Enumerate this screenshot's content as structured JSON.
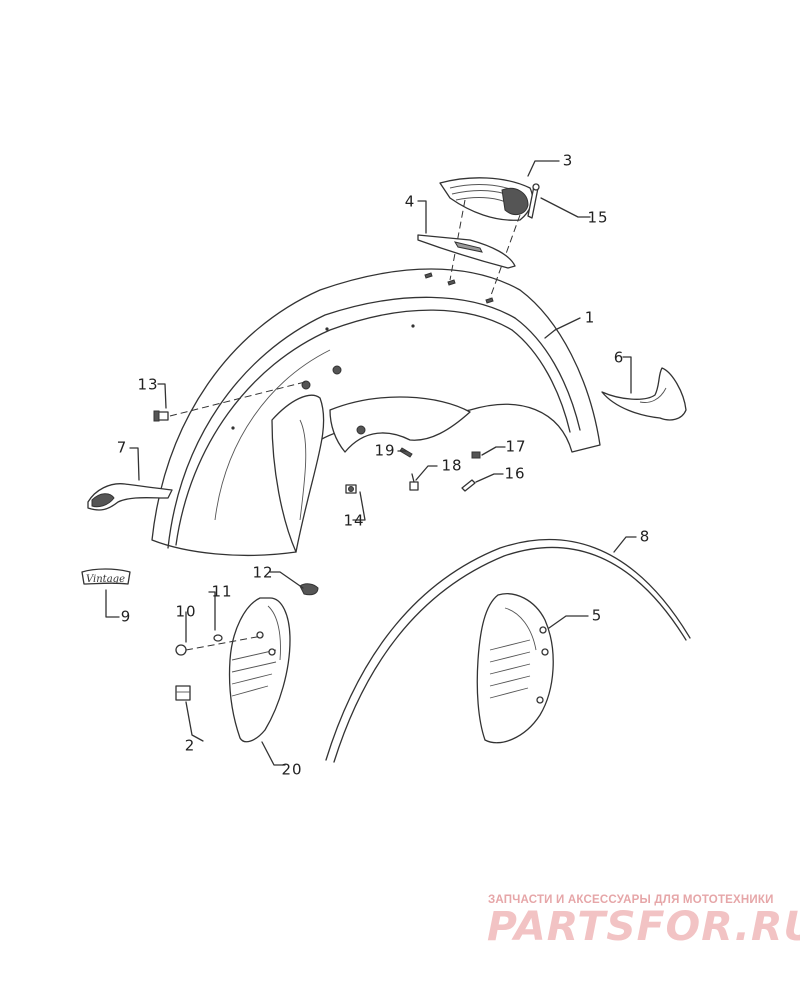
{
  "callouts": {
    "p1": "1",
    "p2": "2",
    "p3": "3",
    "p4": "4",
    "p5": "5",
    "p6": "6",
    "p7": "7",
    "p8": "8",
    "p9": "9",
    "p10": "10",
    "p11": "11",
    "p12": "12",
    "p13": "13",
    "p14": "14",
    "p15": "15",
    "p16": "16",
    "p17": "17",
    "p18": "18",
    "p19": "19",
    "p20": "20"
  },
  "watermark": {
    "caption": "ЗАПЧАСТИ И АКСЕССУАРЫ ДЛЯ МОТОТЕХНИКИ",
    "logo": "PARTSFOR.RU"
  },
  "emblem_9": "Vintage"
}
